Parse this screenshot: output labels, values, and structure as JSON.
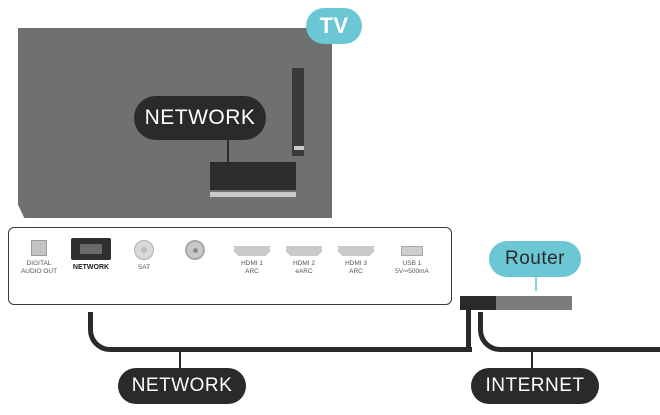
{
  "tv": {
    "label": "TV"
  },
  "network_port_callout": "NETWORK",
  "router": {
    "label": "Router"
  },
  "panel": {
    "ports": [
      {
        "icon": "optical-port",
        "label": "DIGITAL\nAUDIO OUT",
        "bold": false
      },
      {
        "icon": "ethernet-port",
        "label": "NETWORK",
        "bold": true
      },
      {
        "icon": "satellite-port",
        "label": "SAT",
        "bold": false
      },
      {
        "icon": "antenna-port",
        "label": "",
        "bold": false
      },
      {
        "icon": "hdmi-port",
        "label": "HDMI 1\nARC",
        "bold": false
      },
      {
        "icon": "hdmi-port",
        "label": "HDMI 2\neARC",
        "bold": false
      },
      {
        "icon": "hdmi-port",
        "label": "HDMI 3\nARC",
        "bold": false
      },
      {
        "icon": "usb-port",
        "label": "USB 1\n5V⎓500mA",
        "bold": false
      }
    ]
  },
  "cables": {
    "network_label": "NETWORK",
    "internet_label": "INTERNET"
  },
  "colors": {
    "dark": "#2a2a2a",
    "teal": "#6cc7d4",
    "tv_gray": "#6f7072"
  }
}
